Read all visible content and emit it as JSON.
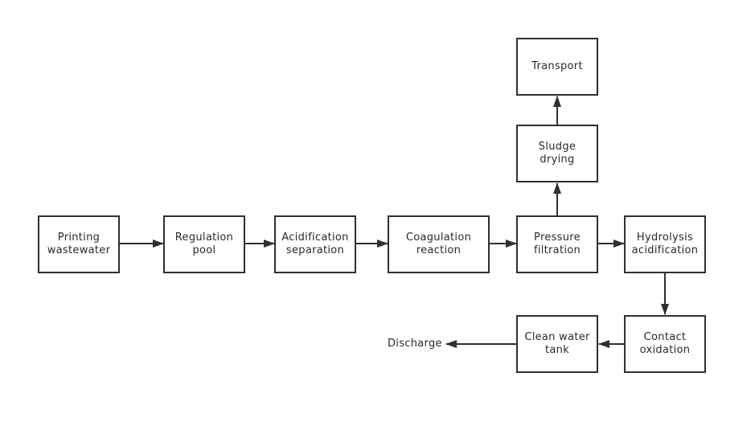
{
  "diagram": {
    "nodes": {
      "printing_wastewater": "Printing\nwastewater",
      "regulation_pool": "Regulation\npool",
      "acidification_separation": "Acidification\nseparation",
      "coagulation_reaction": "Coagulation\nreaction",
      "pressure_filtration": "Pressure\nfiltration",
      "hydrolysis_acidification": "Hydrolysis\nacidification",
      "sludge_drying": "Sludge\ndrying",
      "transport": "Transport",
      "contact_oxidation": "Contact\noxidation",
      "clean_water_tank": "Clean water\ntank"
    },
    "outputs": {
      "discharge": "Discharge"
    },
    "edges": [
      {
        "from": "printing_wastewater",
        "to": "regulation_pool"
      },
      {
        "from": "regulation_pool",
        "to": "acidification_separation"
      },
      {
        "from": "acidification_separation",
        "to": "coagulation_reaction"
      },
      {
        "from": "coagulation_reaction",
        "to": "pressure_filtration"
      },
      {
        "from": "pressure_filtration",
        "to": "hydrolysis_acidification"
      },
      {
        "from": "pressure_filtration",
        "to": "sludge_drying"
      },
      {
        "from": "sludge_drying",
        "to": "transport"
      },
      {
        "from": "hydrolysis_acidification",
        "to": "contact_oxidation"
      },
      {
        "from": "contact_oxidation",
        "to": "clean_water_tank"
      },
      {
        "from": "clean_water_tank",
        "to": "discharge"
      }
    ],
    "colors": {
      "stroke": "#2f2f2f",
      "text": "#2a2a2a",
      "background": "#ffffff"
    }
  }
}
